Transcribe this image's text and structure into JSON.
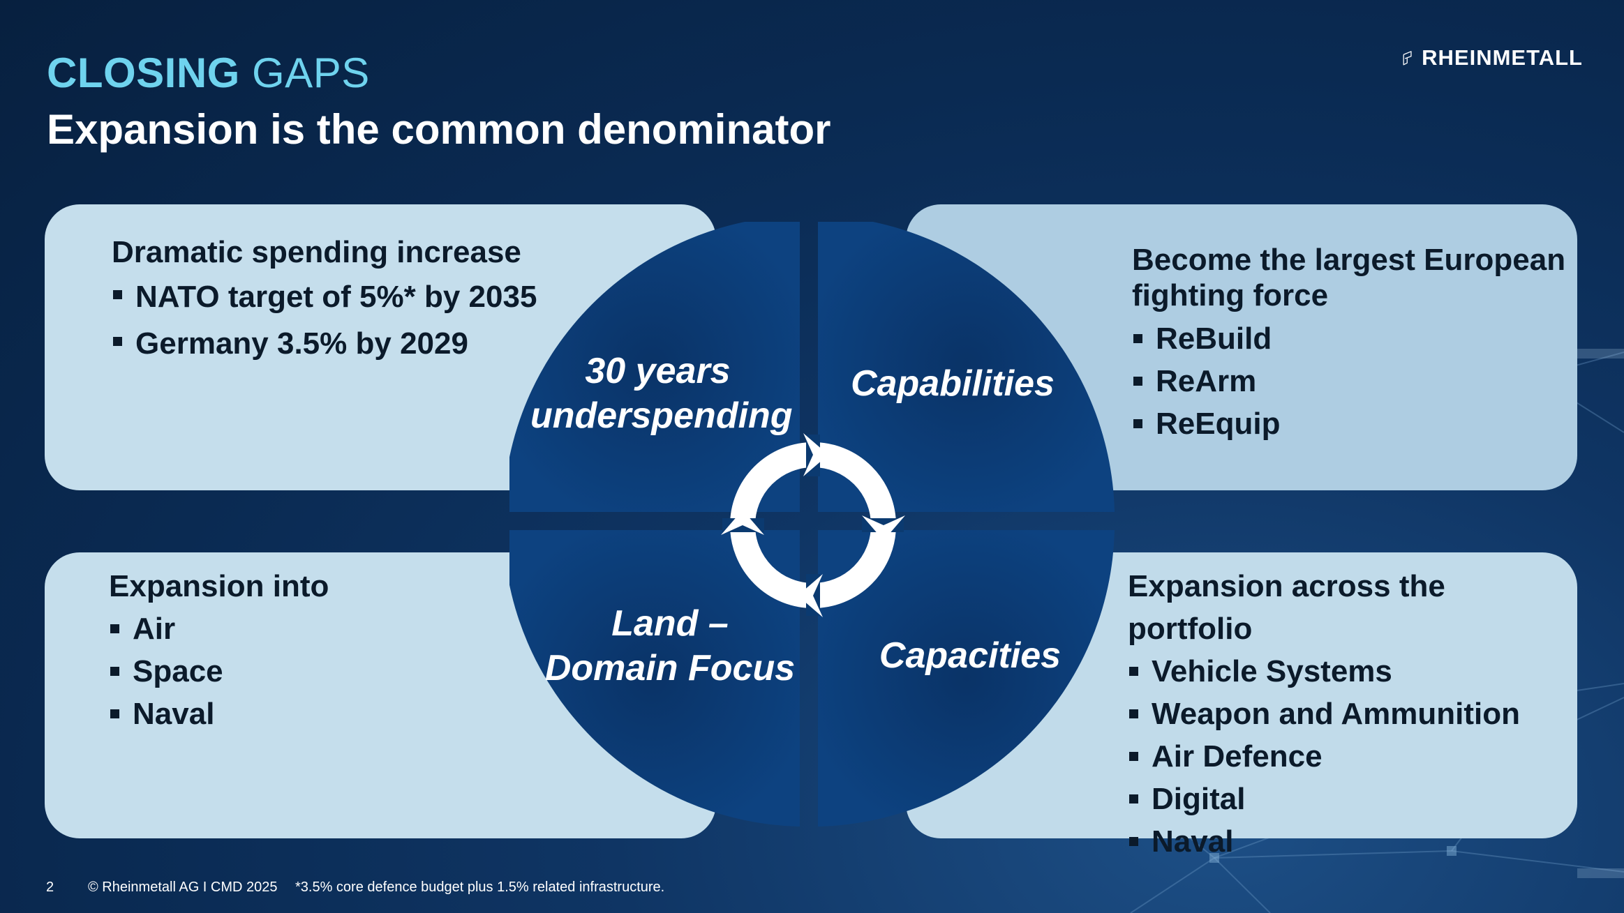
{
  "header": {
    "title_accent": "CLOSING",
    "title_rest": "GAPS",
    "subtitle": "Expansion is the common denominator",
    "logo_text": "RHEINMETALL"
  },
  "panels": {
    "top_left": {
      "heading": "Dramatic spending increase",
      "items": [
        "NATO target of 5%* by 2035",
        "Germany 3.5% by 2029"
      ]
    },
    "top_right": {
      "heading_line1": "Become the largest European",
      "heading_line2": "fighting force",
      "items": [
        "ReBuild",
        "ReArm",
        "ReEquip"
      ]
    },
    "bottom_left": {
      "heading": "Expansion into",
      "items": [
        "Air",
        "Space",
        "Naval"
      ]
    },
    "bottom_right": {
      "heading": "Expansion across the portfolio",
      "items": [
        "Vehicle Systems",
        "Weapon and Ammunition",
        "Air Defence",
        "Digital",
        "Naval"
      ]
    }
  },
  "circle": {
    "top_left_line1": "30 years",
    "top_left_line2": "underspending",
    "top_right": "Capabilities",
    "bottom_left_line1": "Land –",
    "bottom_left_line2": "Domain Focus",
    "bottom_right": "Capacities",
    "fill_color": "#0c3d75",
    "center_icon": "cycle-arrows-icon"
  },
  "footer": {
    "page_number": "2",
    "copyright": "© Rheinmetall AG I CMD 2025",
    "footnote": "*3.5% core defence budget plus 1.5% related infrastructure."
  },
  "colors": {
    "accent": "#6fd3ee",
    "background": "#0a2a52",
    "panel": "#c5deec"
  }
}
